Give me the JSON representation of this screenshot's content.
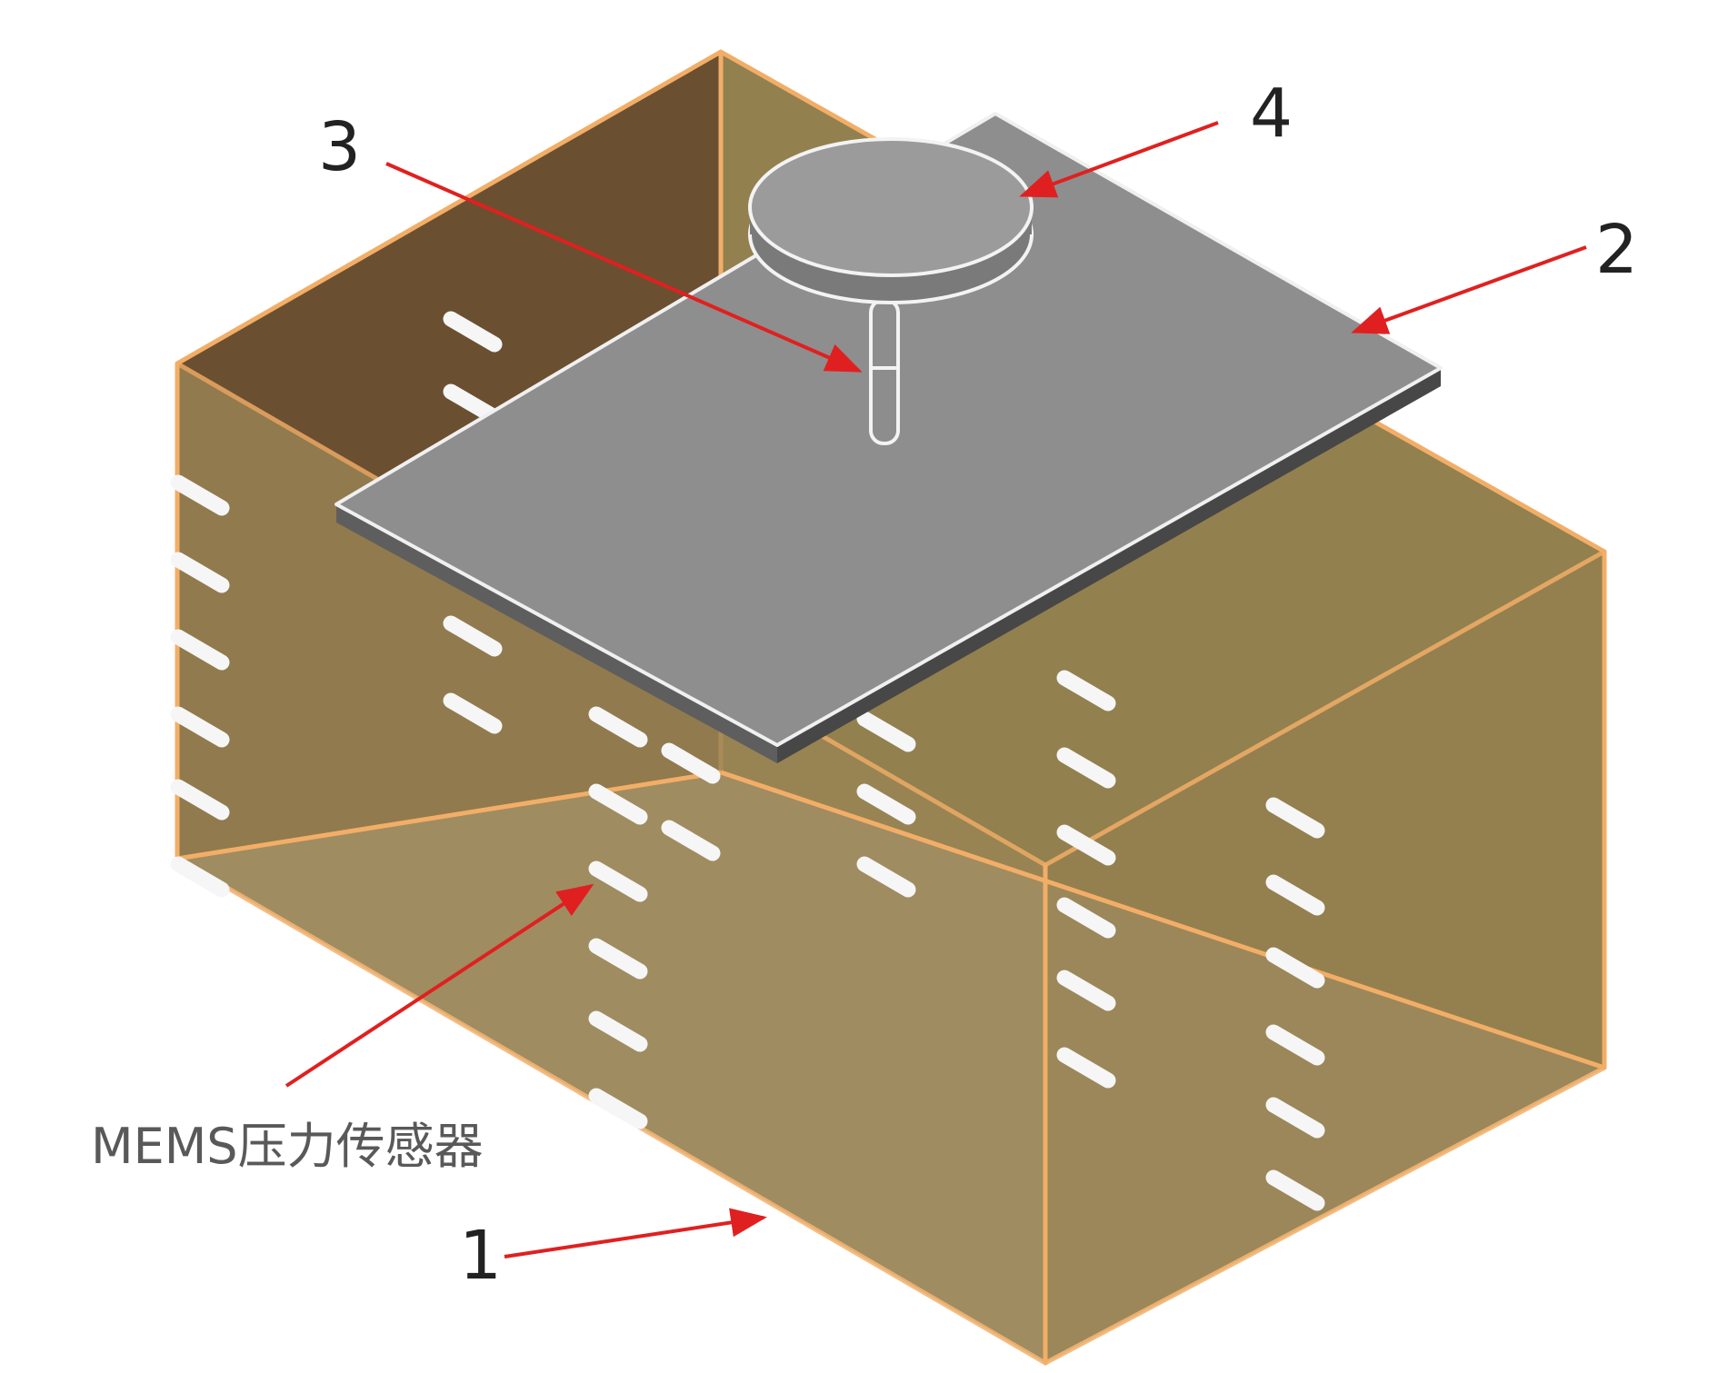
{
  "diagram": {
    "callouts": {
      "tank": "1",
      "plate": "2",
      "rod": "3",
      "disk": "4",
      "sensor": "MEMS压力传感器"
    },
    "colors": {
      "tank_edge": "#f2ae67",
      "back_wall": "#6b4f31",
      "side_wall": "#92804f",
      "front_wall": "#9a8454",
      "floor": "#8d7a4c",
      "plate_top": "#8e8e8e",
      "plate_edge": "#5e5e5e",
      "disk": "#9b9b9b",
      "sensor": "#f6f6f6",
      "arrow": "#e02020"
    }
  }
}
